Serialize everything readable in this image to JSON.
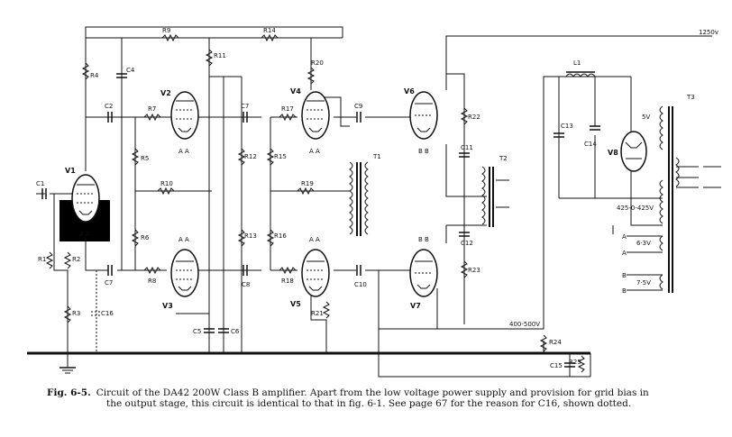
{
  "diagram": {
    "voltage_top": "1250v",
    "voltage_mid": "400-500V",
    "winding_hv": "425-0-425V",
    "winding_5v": "5V",
    "winding_63": "6·3V",
    "winding_75": "7·5V",
    "tubes": [
      {
        "id": "v1",
        "label": "V1"
      },
      {
        "id": "v2",
        "label": "V2"
      },
      {
        "id": "v3",
        "label": "V3"
      },
      {
        "id": "v4",
        "label": "V4"
      },
      {
        "id": "v5",
        "label": "V5"
      },
      {
        "id": "v6",
        "label": "V6"
      },
      {
        "id": "v7",
        "label": "V7"
      },
      {
        "id": "v8",
        "label": "V8"
      }
    ],
    "heaters": {
      "aa": "A A",
      "bb": "B B"
    },
    "taps": {
      "a": "A",
      "b": "B"
    },
    "resistors": [
      {
        "id": "r1",
        "label": "R1"
      },
      {
        "id": "r2",
        "label": "R2"
      },
      {
        "id": "r3",
        "label": "R3"
      },
      {
        "id": "r4",
        "label": "R4"
      },
      {
        "id": "r5",
        "label": "R5"
      },
      {
        "id": "r6",
        "label": "R6"
      },
      {
        "id": "r7",
        "label": "R7"
      },
      {
        "id": "r8",
        "label": "R8"
      },
      {
        "id": "r10",
        "label": "R10"
      },
      {
        "id": "r11",
        "label": "R11"
      },
      {
        "id": "r12",
        "label": "R12"
      },
      {
        "id": "r13",
        "label": "R13"
      },
      {
        "id": "r14",
        "label": "R14"
      },
      {
        "id": "r15",
        "label": "R15"
      },
      {
        "id": "r16",
        "label": "R16"
      },
      {
        "id": "r17",
        "label": "R17"
      },
      {
        "id": "r18",
        "label": "R18"
      },
      {
        "id": "r19",
        "label": "R19"
      },
      {
        "id": "r20",
        "label": "R20"
      },
      {
        "id": "r21",
        "label": "R21"
      },
      {
        "id": "r22",
        "label": "R22"
      },
      {
        "id": "r23",
        "label": "R23"
      },
      {
        "id": "r24",
        "label": "R24"
      },
      {
        "id": "r25",
        "label": "R25"
      },
      {
        "id": "r9",
        "label": "R9"
      }
    ],
    "capacitors": [
      {
        "id": "c1",
        "label": "C1"
      },
      {
        "id": "c2",
        "label": "C2"
      },
      {
        "id": "c4",
        "label": "C4"
      },
      {
        "id": "c5",
        "label": "C5"
      },
      {
        "id": "c6",
        "label": "C6"
      },
      {
        "id": "c7a",
        "label": "C7"
      },
      {
        "id": "c7b",
        "label": "C7"
      },
      {
        "id": "c8",
        "label": "C8"
      },
      {
        "id": "c9",
        "label": "C9"
      },
      {
        "id": "c10",
        "label": "C10"
      },
      {
        "id": "c11",
        "label": "C11"
      },
      {
        "id": "c12",
        "label": "C12"
      },
      {
        "id": "c13",
        "label": "C13"
      },
      {
        "id": "c14",
        "label": "C14"
      },
      {
        "id": "c15",
        "label": "C15"
      },
      {
        "id": "c16",
        "label": "C16"
      }
    ],
    "transformers": [
      {
        "id": "t1",
        "label": "T1"
      },
      {
        "id": "t2",
        "label": "T2"
      },
      {
        "id": "t3",
        "label": "T3"
      }
    ],
    "choke": "L1"
  },
  "caption": {
    "fig": "Fig. 6-5.",
    "line1": "Circuit of the DA42 200W Class B amplifier.  Apart from the low voltage power supply and provision for grid bias in",
    "line2": "the output stage, this circuit is identical to that in fig. 6-1.  See page 67 for the reason for C16, shown dotted."
  }
}
